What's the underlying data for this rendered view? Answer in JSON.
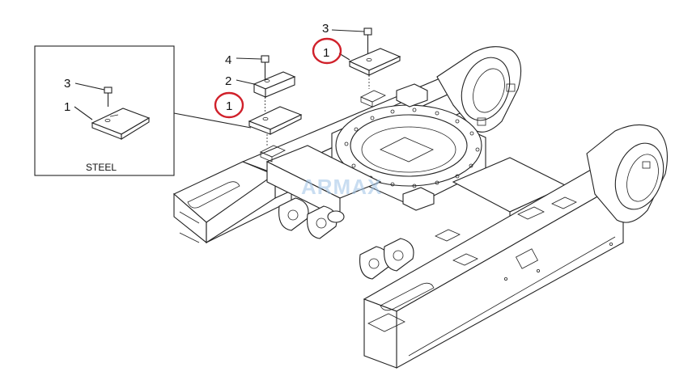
{
  "inset": {
    "caption": "STEEL",
    "callouts": [
      "3",
      "1"
    ]
  },
  "callouts": [
    "3",
    "1",
    "4",
    "2",
    "1"
  ],
  "watermark": "ARMAX",
  "colors": {
    "line": "#222222",
    "highlight_circle": "#d0202a",
    "watermark": "#9ec3e6"
  }
}
